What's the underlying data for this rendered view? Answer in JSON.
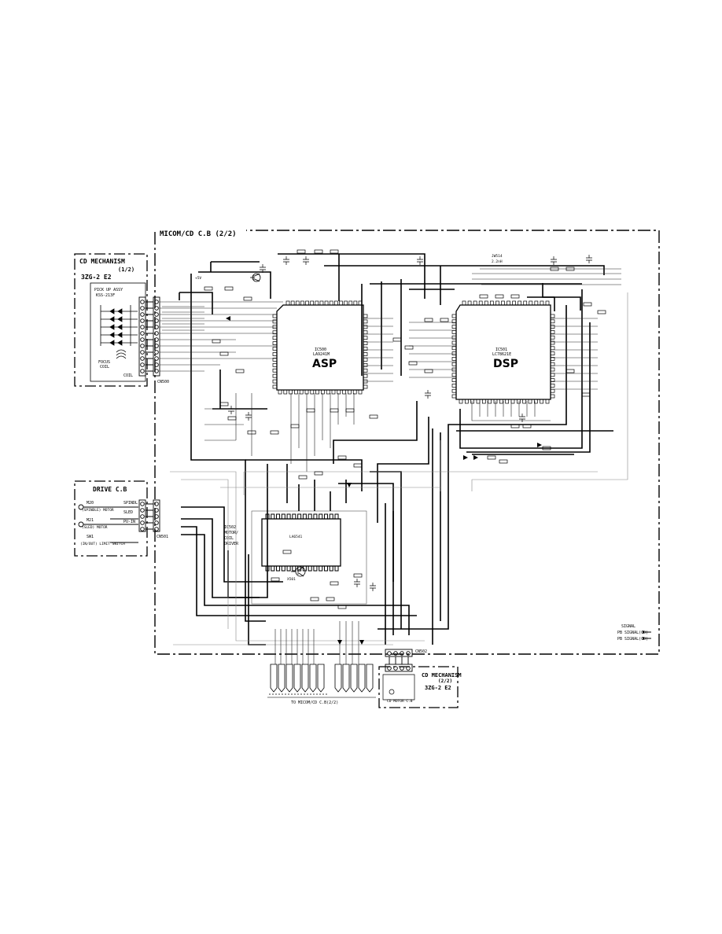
{
  "main_board": {
    "title": "MICOM/CD C.B (2/2)"
  },
  "cd_mech_left": {
    "title_l1": "CD MECHANISM",
    "title_l2": "(1/2)",
    "model": "3ZG-2 E2",
    "pickup_l1": "PICK UP ASSY",
    "pickup_l2": "KSS-213F",
    "focus_coil_l1": "FOCUS",
    "focus_coil_l2": "COIL",
    "tracking_coil": "COIL",
    "connector": "CN500"
  },
  "drive_cb": {
    "title": "DRIVE C.B",
    "m20": "M20",
    "spindle": "(SPINDLE) MOTOR",
    "m21": "M21",
    "sled": "(SLED) MOTOR",
    "sw1": "SW1",
    "limit": "(IN/OUT) LIMIT SWITCH",
    "sig1": "SPINDL",
    "sig2": "SLED",
    "sig3": "PU-IN",
    "connector": "CN501"
  },
  "cd_mech_right": {
    "title_l1": "CD MECHANISM",
    "title_l2": "(2/2)",
    "model": "3ZG-2 E2",
    "board": "CD MOTOR C.B",
    "connector": "CN502"
  },
  "asp": {
    "label": "ASP",
    "ref": "IC500",
    "part": "LA9241M"
  },
  "dsp": {
    "label": "DSP",
    "ref": "IC501",
    "part": "LC78621E"
  },
  "driver": {
    "ref_l1": "IC502",
    "ref_l2": "MOTOR/",
    "ref_l3": "COIL",
    "ref_l4": "DRIVER",
    "part": "LA6541"
  },
  "bottom": {
    "to_label": "TO MICOM/CD C.B(2/2)"
  },
  "legend": {
    "title": "SIGNAL",
    "item1": "PB SIGNAL(CD)",
    "item2": "PB SIGNAL(CD)"
  },
  "misc": {
    "vref": "+5V",
    "crystal": "X501",
    "jw": "JW514",
    "jw_val": "2.2nH"
  }
}
